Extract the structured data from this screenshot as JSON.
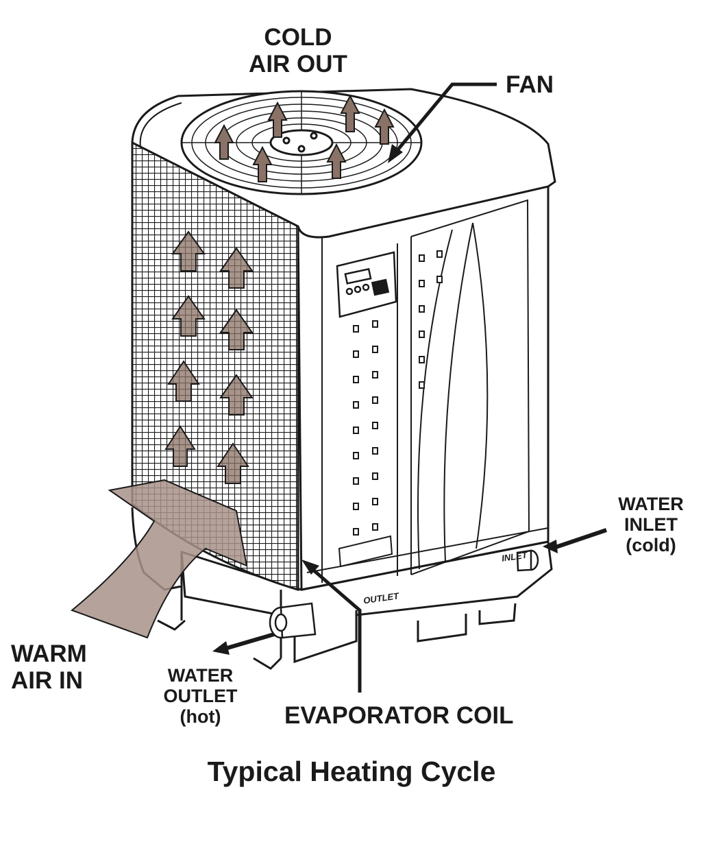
{
  "labels": {
    "cold_air_out": [
      "COLD",
      "AIR OUT"
    ],
    "fan": "FAN",
    "water_inlet": [
      "WATER",
      "INLET",
      "(cold)"
    ],
    "warm_air_in": [
      "WARM",
      "AIR IN"
    ],
    "water_outlet": [
      "WATER",
      "OUTLET",
      "(hot)"
    ],
    "evaporator_coil": "EVAPORATOR COIL",
    "unit_stamp_inlet": "INLET",
    "unit_stamp_outlet": "OUTLET"
  },
  "caption": "Typical Heating Cycle",
  "colors": {
    "ink": "#1a1a1a",
    "airflow_fill": "#8a7266",
    "warm_air_band": "#a8938a",
    "unit_body": "#ffffff"
  }
}
